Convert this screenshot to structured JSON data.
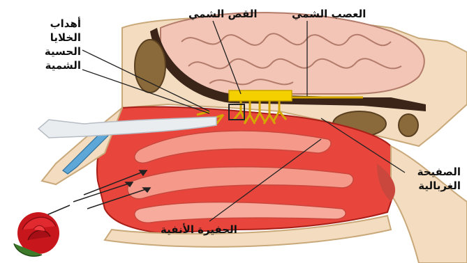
{
  "labels": {
    "olfactory_nerve": "العصب الشمي",
    "olfactory_bulb": "القص الشمي",
    "receptor_cilia": [
      "أهداب",
      "الخلايا",
      "الحسية",
      "الشمية"
    ],
    "cribriform_plate": [
      "الصفيحة",
      "الغربالية"
    ],
    "nasal_cavity": "الحفيرة الأنفية"
  },
  "colors": {
    "mucosa": "#e8463c",
    "mucosa_light": "#f59a8a",
    "brain": "#f2c5b6",
    "bone": "#f3dcc0",
    "nerve": "#f5d000",
    "rose": "#c8161d",
    "airflow": "#d7dde3"
  }
}
